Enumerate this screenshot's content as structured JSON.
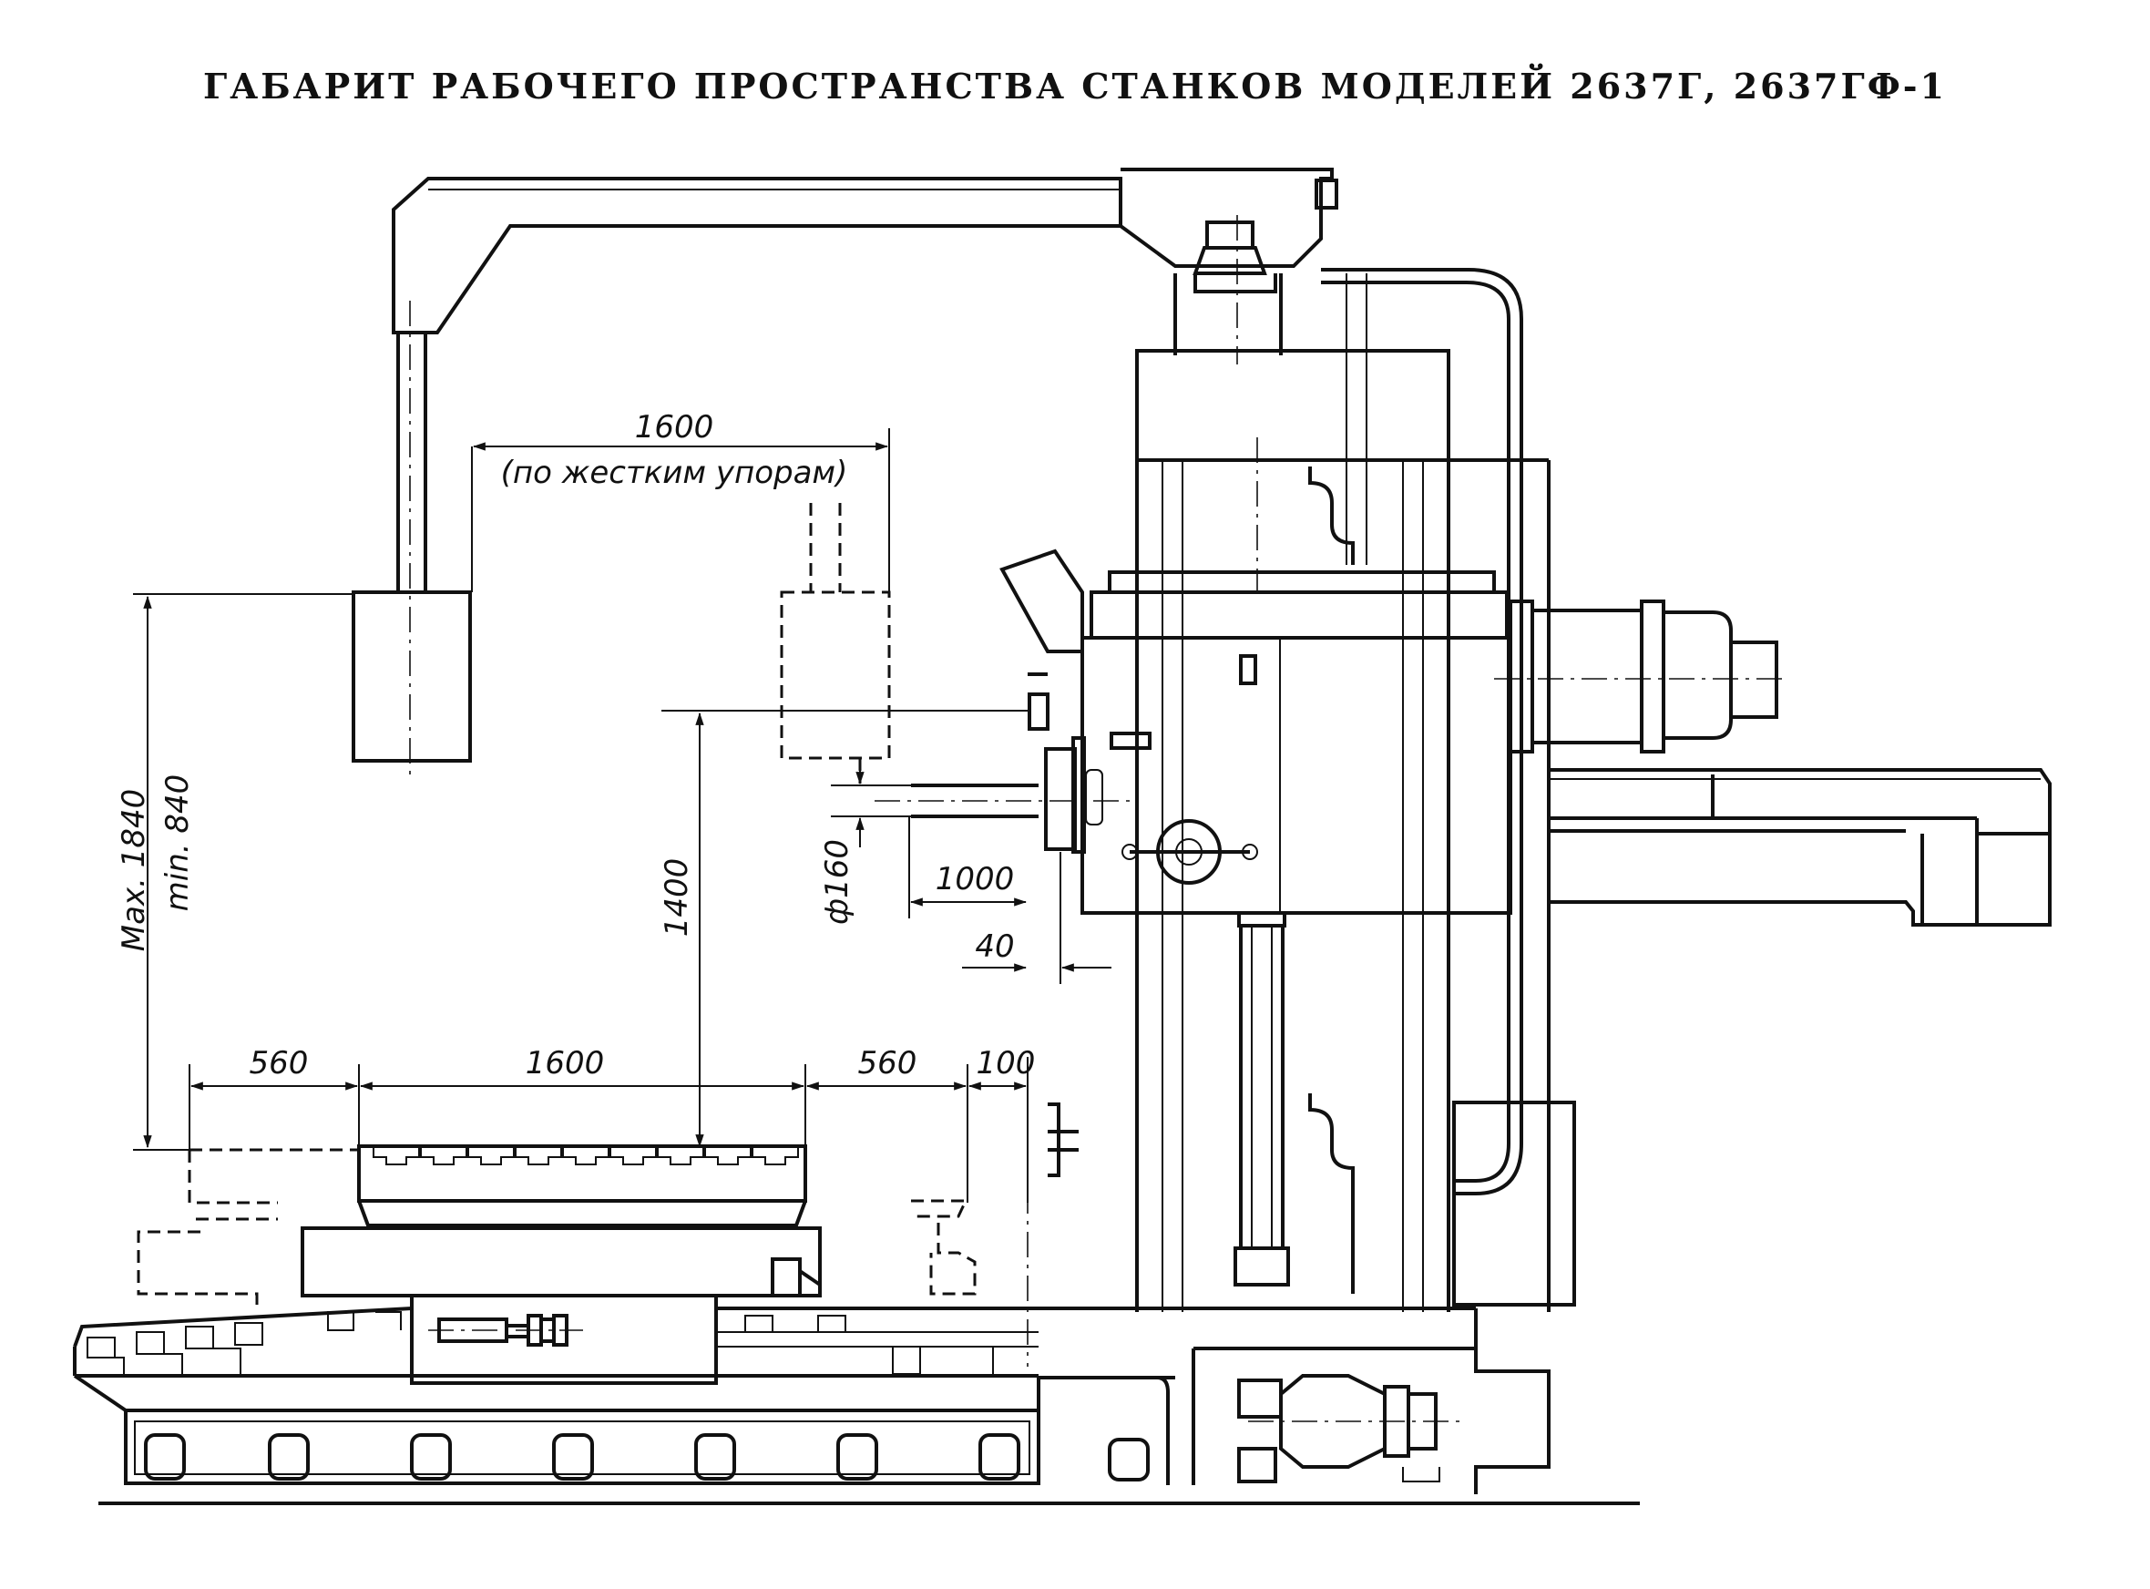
{
  "title": "ГАБАРИТ РАБОЧЕГО ПРОСТРАНСТВА СТАНКОВ МОДЕЛЕЙ 2637Г, 2637ГФ-1",
  "dimensions": {
    "stroke_top": "1600",
    "stroke_top_note": "(по жестким упорам)",
    "max_height": "Max. 1840",
    "min_height": "min. 840",
    "spindle_height": "1400",
    "spindle_diameter": "ф160",
    "spindle_extension": "1000",
    "spindle_offset": "40",
    "table_left": "560",
    "table_width": "1600",
    "table_right": "560",
    "table_clearance": "100"
  },
  "colors": {
    "ink": "#111111",
    "paper": "#ffffff"
  }
}
